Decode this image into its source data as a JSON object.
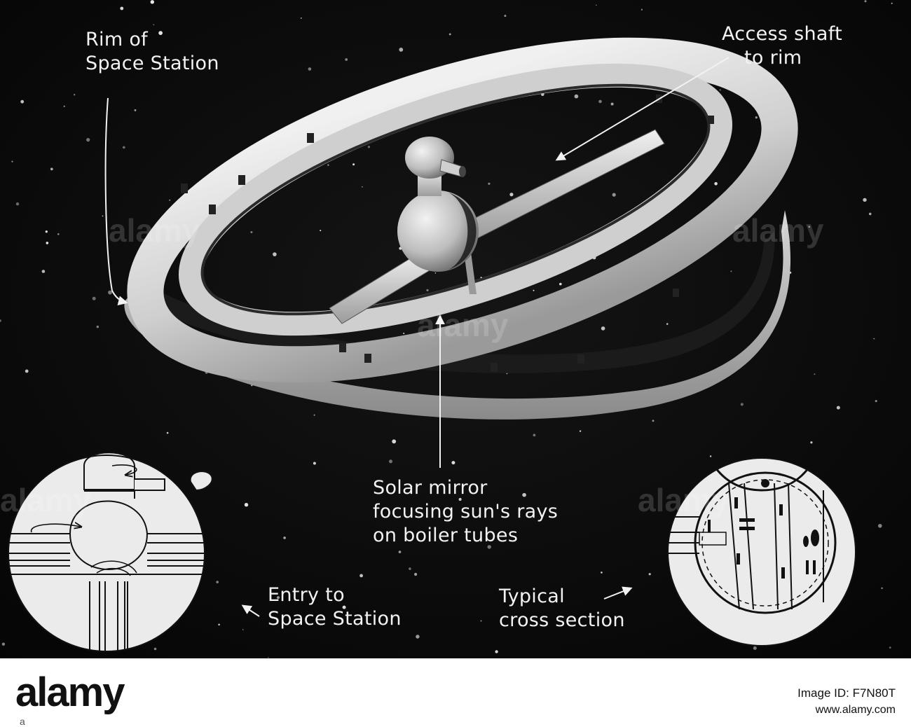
{
  "labels": {
    "rim": [
      "Rim of",
      "Space Station"
    ],
    "access": [
      "Access shaft",
      "to rim"
    ],
    "mirror": [
      "Solar mirror",
      "focusing sun's rays",
      "on boiler tubes"
    ],
    "entry": [
      "Entry to",
      "Space Station"
    ],
    "cross": [
      "Typical",
      "cross section"
    ]
  },
  "watermark": {
    "word": "alamy"
  },
  "footer": {
    "logo": "alamy",
    "code": "a",
    "image_id": "Image ID: F7N80T",
    "url": "www.alamy.com"
  },
  "colors": {
    "background": "#0a0a0a",
    "ring": "#d8d8d8",
    "inset": "#e8e8e8",
    "text": "#f2f2f2",
    "footer": "#ffffff"
  }
}
